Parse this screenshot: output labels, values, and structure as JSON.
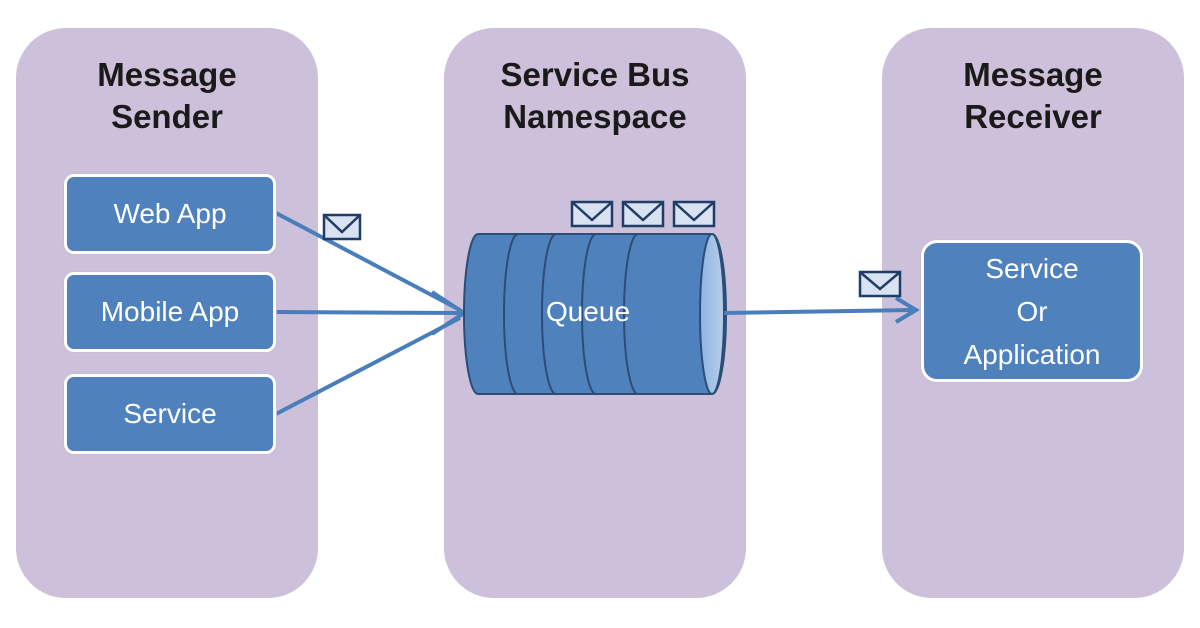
{
  "columns": {
    "sender": {
      "title_line1": "Message",
      "title_line2": "Sender"
    },
    "bus": {
      "title_line1": "Service Bus",
      "title_line2": "Namespace"
    },
    "receiver": {
      "title_line1": "Message",
      "title_line2": "Receiver"
    }
  },
  "senders": [
    {
      "label": "Web App"
    },
    {
      "label": "Mobile App"
    },
    {
      "label": "Service"
    }
  ],
  "queue": {
    "label": "Queue"
  },
  "receiver": {
    "line1": "Service",
    "line2": "Or",
    "line3": "Application"
  },
  "colors": {
    "column_bg": "#ccc0da",
    "box_fill": "#4f81bd",
    "arrow": "#4a7ebb",
    "envelope_fill": "#d9e2f1",
    "envelope_stroke": "#1f3d66"
  },
  "icons": [
    "envelope-icon",
    "arrow-icon",
    "queue-cylinder-icon"
  ]
}
